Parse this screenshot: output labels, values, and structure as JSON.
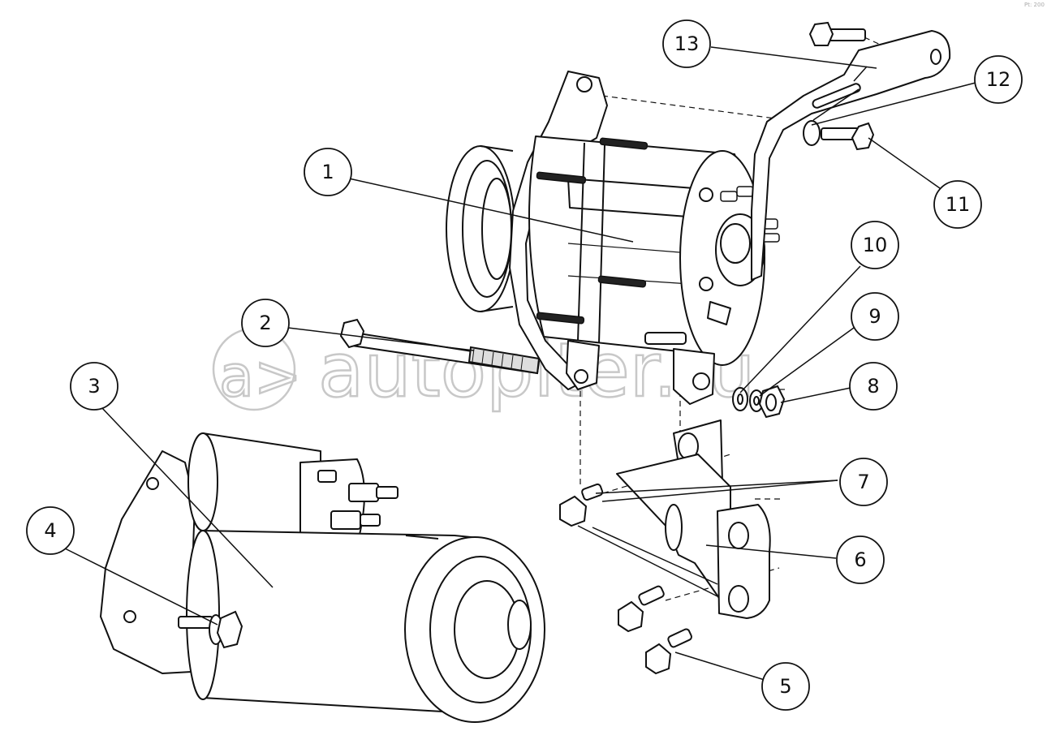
{
  "diagram": {
    "callouts": [
      {
        "label": "1"
      },
      {
        "label": "2"
      },
      {
        "label": "3"
      },
      {
        "label": "4"
      },
      {
        "label": "5"
      },
      {
        "label": "6"
      },
      {
        "label": "7"
      },
      {
        "label": "8"
      },
      {
        "label": "9"
      },
      {
        "label": "10"
      },
      {
        "label": "11"
      },
      {
        "label": "12"
      },
      {
        "label": "13"
      }
    ]
  },
  "watermark": {
    "logo_text": "a>",
    "site_text": "autopiter.ru"
  },
  "corner_mark": "Pt: 200"
}
